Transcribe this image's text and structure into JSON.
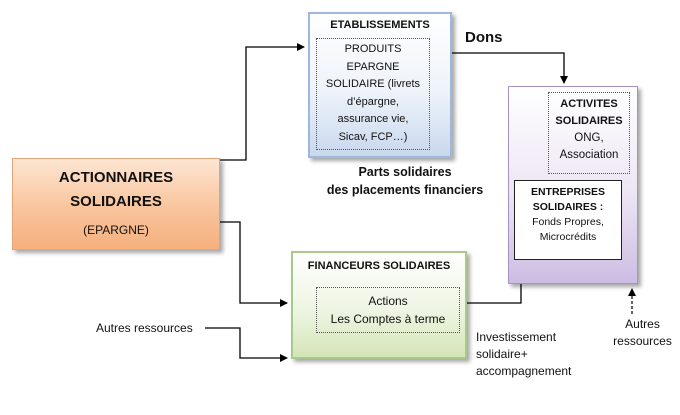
{
  "actionnaires": {
    "title_line1": "ACTIONNAIRES",
    "title_line2": "SOLIDAIRES",
    "subtitle": "(EPARGNE)"
  },
  "etablissements": {
    "title": "ETABLISSEMENTS",
    "products": [
      "PRODUITS",
      "EPARGNE",
      "SOLIDAIRE (livrets",
      "d’épargne,",
      "assurance vie,",
      "Sicav, FCP…)"
    ],
    "caption_line1": "Parts solidaires",
    "caption_line2": "des placements financiers"
  },
  "dons_label": "Dons",
  "activites": {
    "title_line1": "ACTIVITES",
    "title_line2": "SOLIDAIRES",
    "detail_line1": "ONG,",
    "detail_line2": "Association"
  },
  "entreprises": {
    "title_line1": "ENTREPRISES",
    "title_line2": "SOLIDAIRES :",
    "detail_line1": "Fonds  Propres,",
    "detail_line2": "Microcrédits"
  },
  "financeurs": {
    "title": "FINANCEURS SOLIDAIRES",
    "detail_line1": "Actions",
    "detail_line2": "Les Comptes à terme"
  },
  "autres_left": "Autres ressources",
  "autres_right_line1": "Autres",
  "autres_right_line2": "ressources",
  "investissement_line1": "Investissement",
  "investissement_line2": "solidaire+",
  "investissement_line3": "accompagnement",
  "colors": {
    "line": "#000000",
    "actionnaires_fill": "#f9c49c",
    "etablissements_fill": "#c9d8ee",
    "activites_fill": "#cbbde2",
    "financeurs_fill": "#d4e5b7"
  }
}
